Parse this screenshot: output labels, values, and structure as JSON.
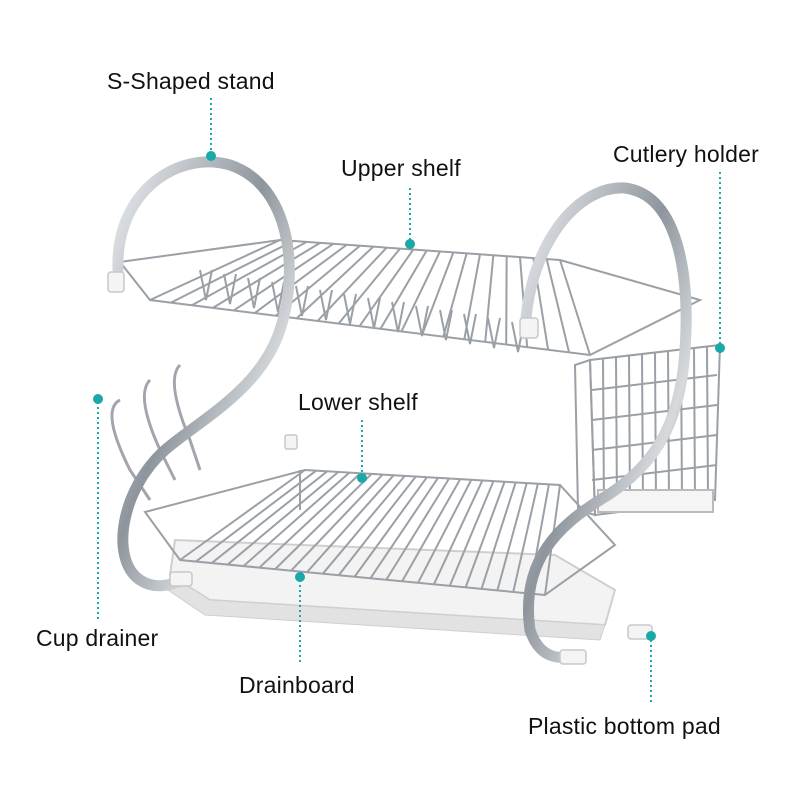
{
  "colors": {
    "accent": "#1aa8a8",
    "chrome": "#9aa0a6",
    "chrome_dark": "#5a6066",
    "plastic": "#f1f1f1"
  },
  "labels": {
    "stand": "S-Shaped stand",
    "upper_shelf": "Upper shelf",
    "cutlery_holder": "Cutlery holder",
    "lower_shelf": "Lower shelf",
    "cup_drainer": "Cup drainer",
    "drainboard": "Drainboard",
    "bottom_pad": "Plastic bottom pad"
  }
}
